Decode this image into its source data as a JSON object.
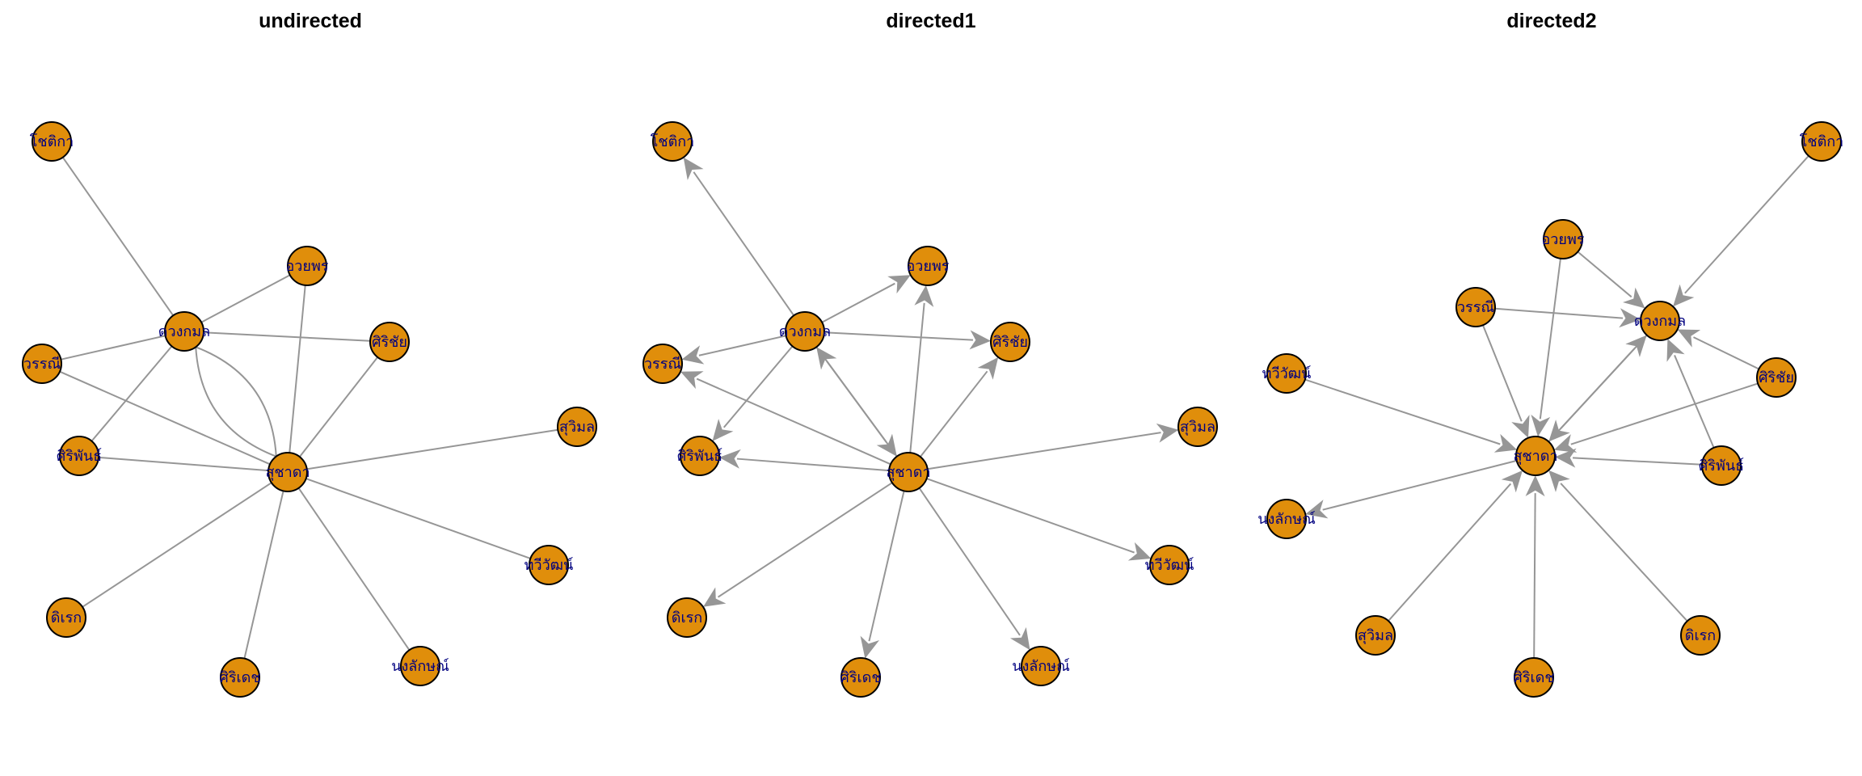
{
  "colors": {
    "node_fill": "#E08E0B",
    "node_stroke": "#000000",
    "edge": "#969696",
    "label": "#1A1A8C",
    "background": "#FFFFFF"
  },
  "panels": [
    {
      "title": "undirected",
      "directed": false,
      "nodes": [
        {
          "id": "chotika",
          "label": "โชติกา"
        },
        {
          "id": "aoyphon",
          "label": "อวยพร"
        },
        {
          "id": "duangkamon",
          "label": "ดวงกมล"
        },
        {
          "id": "sirichai",
          "label": "ศิริชัย"
        },
        {
          "id": "wannee",
          "label": "วรรณี"
        },
        {
          "id": "suwimon",
          "label": "สุวิมล"
        },
        {
          "id": "siriphan",
          "label": "ศิริพันธ์"
        },
        {
          "id": "suchada",
          "label": "สุชาดา"
        },
        {
          "id": "thaweewat",
          "label": "ทวีวัฒน์"
        },
        {
          "id": "direk",
          "label": "ดิเรก"
        },
        {
          "id": "siridet",
          "label": "ศิริเดช"
        },
        {
          "id": "nuanlak",
          "label": "นงลักษณ์"
        }
      ],
      "edges": [
        {
          "from": "duangkamon",
          "to": "chotika"
        },
        {
          "from": "duangkamon",
          "to": "aoyphon"
        },
        {
          "from": "duangkamon",
          "to": "sirichai"
        },
        {
          "from": "duangkamon",
          "to": "wannee"
        },
        {
          "from": "duangkamon",
          "to": "siriphan"
        },
        {
          "from": "duangkamon",
          "to": "suchada"
        },
        {
          "from": "suchada",
          "to": "duangkamon"
        },
        {
          "from": "suchada",
          "to": "aoyphon"
        },
        {
          "from": "suchada",
          "to": "sirichai"
        },
        {
          "from": "suchada",
          "to": "wannee"
        },
        {
          "from": "suchada",
          "to": "siriphan"
        },
        {
          "from": "suchada",
          "to": "suwimon"
        },
        {
          "from": "suchada",
          "to": "thaweewat"
        },
        {
          "from": "suchada",
          "to": "direk"
        },
        {
          "from": "suchada",
          "to": "siridet"
        },
        {
          "from": "suchada",
          "to": "nuanlak"
        }
      ]
    },
    {
      "title": "directed1",
      "directed": true,
      "nodes": [
        {
          "id": "chotika",
          "label": "โชติกา"
        },
        {
          "id": "aoyphon",
          "label": "อวยพร"
        },
        {
          "id": "duangkamon",
          "label": "ดวงกมล"
        },
        {
          "id": "sirichai",
          "label": "ศิริชัย"
        },
        {
          "id": "wannee",
          "label": "วรรณี"
        },
        {
          "id": "suwimon",
          "label": "สุวิมล"
        },
        {
          "id": "siriphan",
          "label": "ศิริพันธ์"
        },
        {
          "id": "suchada",
          "label": "สุชาดา"
        },
        {
          "id": "thaweewat",
          "label": "ทวีวัฒน์"
        },
        {
          "id": "direk",
          "label": "ดิเรก"
        },
        {
          "id": "siridet",
          "label": "ศิริเดช"
        },
        {
          "id": "nuanlak",
          "label": "นงลักษณ์"
        }
      ],
      "edges": [
        {
          "from": "duangkamon",
          "to": "chotika"
        },
        {
          "from": "duangkamon",
          "to": "aoyphon"
        },
        {
          "from": "duangkamon",
          "to": "sirichai"
        },
        {
          "from": "duangkamon",
          "to": "wannee"
        },
        {
          "from": "duangkamon",
          "to": "siriphan"
        },
        {
          "from": "duangkamon",
          "to": "suchada"
        },
        {
          "from": "suchada",
          "to": "duangkamon"
        },
        {
          "from": "suchada",
          "to": "aoyphon"
        },
        {
          "from": "suchada",
          "to": "sirichai"
        },
        {
          "from": "suchada",
          "to": "wannee"
        },
        {
          "from": "suchada",
          "to": "siriphan"
        },
        {
          "from": "suchada",
          "to": "suwimon"
        },
        {
          "from": "suchada",
          "to": "thaweewat"
        },
        {
          "from": "suchada",
          "to": "direk"
        },
        {
          "from": "suchada",
          "to": "siridet"
        },
        {
          "from": "suchada",
          "to": "nuanlak"
        }
      ]
    },
    {
      "title": "directed2",
      "directed": true,
      "nodes": [
        {
          "id": "chotika",
          "label": "โชติกา"
        },
        {
          "id": "aoyphon",
          "label": "อวยพร"
        },
        {
          "id": "duangkamon",
          "label": "ดวงกมล"
        },
        {
          "id": "sirichai",
          "label": "ศิริชัย"
        },
        {
          "id": "wannee",
          "label": "วรรณี"
        },
        {
          "id": "thaweewat",
          "label": "ทวีวัฒน์"
        },
        {
          "id": "suchada",
          "label": "สุชาดา"
        },
        {
          "id": "siriphan",
          "label": "ศิริพันธ์"
        },
        {
          "id": "nuanlak",
          "label": "นงลักษณ์"
        },
        {
          "id": "suwimon",
          "label": "สุวิมล"
        },
        {
          "id": "siridet",
          "label": "ศิริเดช"
        },
        {
          "id": "direk",
          "label": "ดิเรก"
        }
      ],
      "edges": [
        {
          "from": "chotika",
          "to": "duangkamon"
        },
        {
          "from": "aoyphon",
          "to": "duangkamon"
        },
        {
          "from": "wannee",
          "to": "duangkamon"
        },
        {
          "from": "sirichai",
          "to": "duangkamon"
        },
        {
          "from": "siriphan",
          "to": "duangkamon"
        },
        {
          "from": "suchada",
          "to": "duangkamon"
        },
        {
          "from": "duangkamon",
          "to": "suchada"
        },
        {
          "from": "aoyphon",
          "to": "suchada"
        },
        {
          "from": "wannee",
          "to": "suchada"
        },
        {
          "from": "thaweewat",
          "to": "suchada"
        },
        {
          "from": "sirichai",
          "to": "suchada"
        },
        {
          "from": "siriphan",
          "to": "suchada"
        },
        {
          "from": "suchada",
          "to": "nuanlak"
        },
        {
          "from": "suwimon",
          "to": "suchada"
        },
        {
          "from": "siridet",
          "to": "suchada"
        },
        {
          "from": "direk",
          "to": "suchada"
        }
      ]
    }
  ]
}
